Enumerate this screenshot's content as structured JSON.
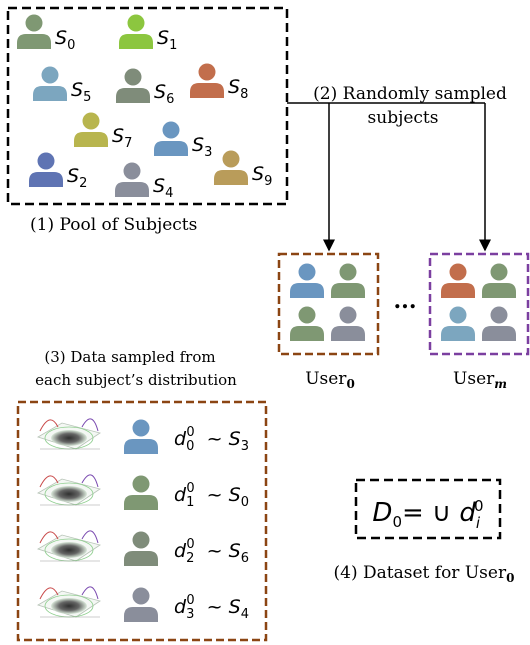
{
  "pool": {
    "caption": "(1) Pool of Subjects",
    "subjects": [
      {
        "base": "S",
        "sub": "0",
        "color": "#7f9873"
      },
      {
        "base": "S",
        "sub": "1",
        "color": "#8cc63f"
      },
      {
        "base": "S",
        "sub": "5",
        "color": "#7ca6bf"
      },
      {
        "base": "S",
        "sub": "6",
        "color": "#7f8c7a"
      },
      {
        "base": "S",
        "sub": "8",
        "color": "#c26e4c"
      },
      {
        "base": "S",
        "sub": "7",
        "color": "#b8b54e"
      },
      {
        "base": "S",
        "sub": "3",
        "color": "#6a96c0"
      },
      {
        "base": "S",
        "sub": "2",
        "color": "#5f74b3"
      },
      {
        "base": "S",
        "sub": "4",
        "color": "#8a8e9b"
      },
      {
        "base": "S",
        "sub": "9",
        "color": "#b99c5a"
      }
    ]
  },
  "step2": {
    "line1": "(2) Randomly sampled",
    "line2": "subjects"
  },
  "users": {
    "user0_label": "User",
    "user0_sub": "0",
    "userm_label": "User",
    "userm_sub": "m",
    "ellipsis": "...",
    "user0_colors": [
      "#6a96c0",
      "#7f9873",
      "#7f9873",
      "#8a8e9b"
    ],
    "userm_colors": [
      "#c26e4c",
      "#7f9873",
      "#7ca6bf",
      "#8a8e9b"
    ]
  },
  "step3": {
    "line1": "(3) Data sampled from",
    "line2": "each subject’s distribution",
    "rows": [
      {
        "d_sub": "0",
        "s_sub": "3",
        "color": "#6a96c0"
      },
      {
        "d_sub": "1",
        "s_sub": "0",
        "color": "#7f9873"
      },
      {
        "d_sub": "2",
        "s_sub": "6",
        "color": "#7f8c7a"
      },
      {
        "d_sub": "3",
        "s_sub": "4",
        "color": "#8a8e9b"
      }
    ],
    "d_base": "d",
    "d_sup": "0",
    "tilde": "~",
    "s_base": "S"
  },
  "dataset": {
    "formula_lhs": "D",
    "formula_lhs_sub": "0",
    "formula_op": "= ∪ ",
    "formula_d": "d",
    "formula_d_sub": "i",
    "formula_d_sup": "0",
    "caption": "(4) Dataset for User",
    "caption_sub": "0"
  },
  "colors": {
    "pool_border": "#000000",
    "user0_border": "#8b4513",
    "userm_border": "#7b3fa0",
    "data_border": "#8b4513",
    "arrow": "#000000"
  }
}
